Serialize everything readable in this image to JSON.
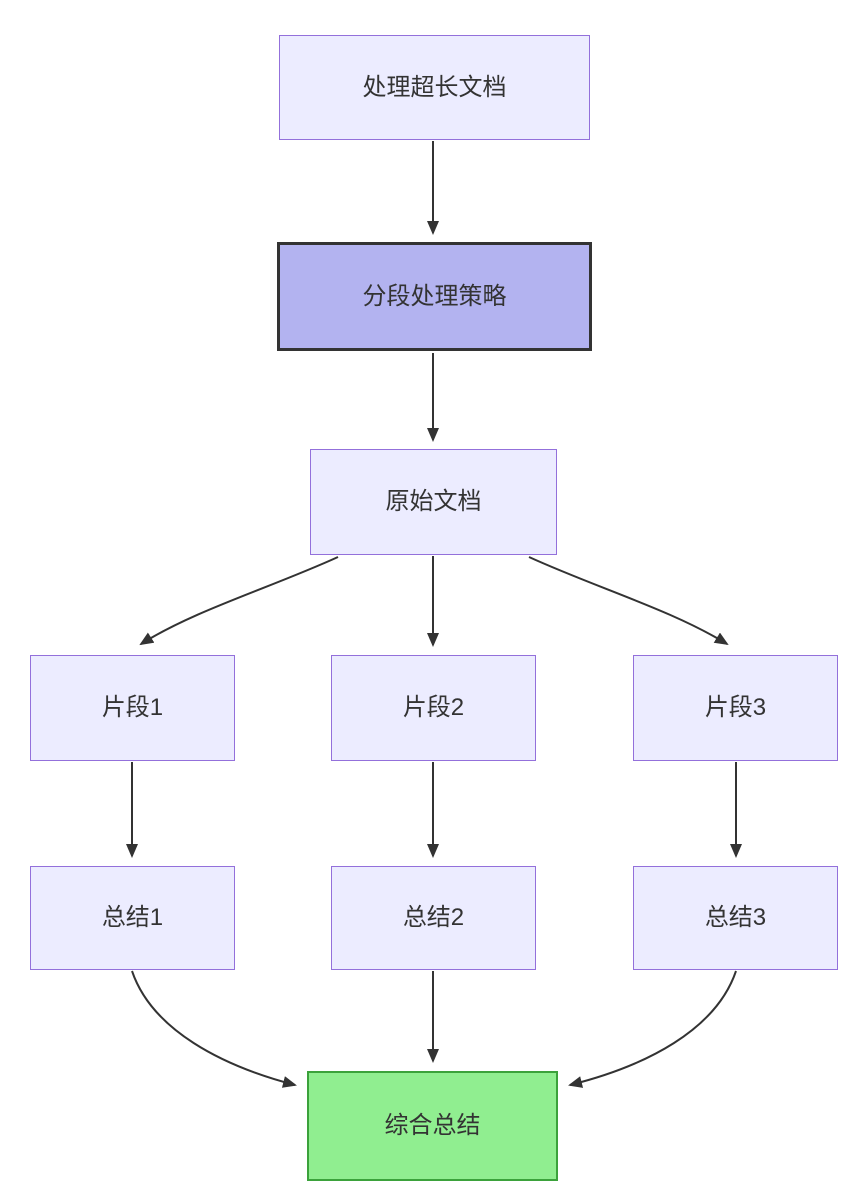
{
  "diagram": {
    "type": "flowchart-top-down",
    "nodes": {
      "a": {
        "label": "处理超长文档"
      },
      "b": {
        "label": "分段处理策略"
      },
      "c": {
        "label": "原始文档"
      },
      "f1": {
        "label": "片段1"
      },
      "f2": {
        "label": "片段2"
      },
      "f3": {
        "label": "片段3"
      },
      "s1": {
        "label": "总结1"
      },
      "s2": {
        "label": "总结2"
      },
      "s3": {
        "label": "总结3"
      },
      "final": {
        "label": "综合总结"
      }
    },
    "edges": [
      {
        "from": "处理超长文档",
        "to": "分段处理策略"
      },
      {
        "from": "分段处理策略",
        "to": "原始文档"
      },
      {
        "from": "原始文档",
        "to": "片段1"
      },
      {
        "from": "原始文档",
        "to": "片段2"
      },
      {
        "from": "原始文档",
        "to": "片段3"
      },
      {
        "from": "片段1",
        "to": "总结1"
      },
      {
        "from": "片段2",
        "to": "总结2"
      },
      {
        "from": "片段3",
        "to": "总结3"
      },
      {
        "from": "总结1",
        "to": "综合总结"
      },
      {
        "from": "总结2",
        "to": "综合总结"
      },
      {
        "from": "总结3",
        "to": "综合总结"
      }
    ]
  },
  "colors": {
    "node-fill": "#ECECFF",
    "node-border": "#9370DB",
    "accent-fill": "#B3B3F0",
    "accent-border": "#333333",
    "success-fill": "#90EE90",
    "success-border": "#3BA23B",
    "edge": "#333333",
    "text": "#333333",
    "background": "#FFFFFF"
  }
}
